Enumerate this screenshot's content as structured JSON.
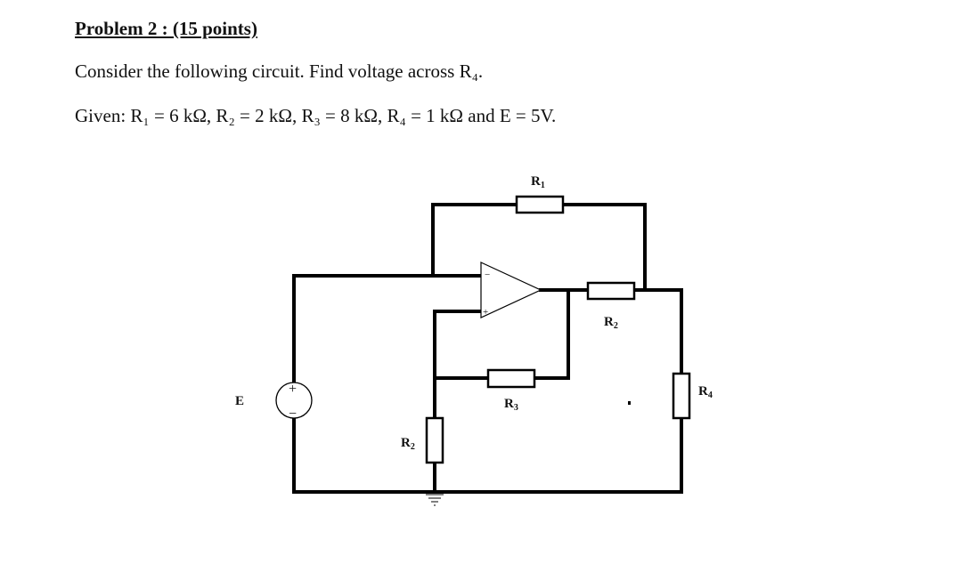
{
  "problem": {
    "heading": "Problem 2 : (15 points)",
    "statement": "Consider the following circuit. Find voltage across R₄.",
    "given": "Given: R₁ = 6 kΩ, R₂ = 2 kΩ, R₃ = 8 kΩ, R₄ = 1 kΩ and E = 5V."
  },
  "circuit": {
    "r1": "R",
    "r1_sub": "1",
    "r2_top": "R",
    "r2_top_sub": "2",
    "r3": "R",
    "r3_sub": "3",
    "r4": "R",
    "r4_sub": "4",
    "r2_bottom": "R",
    "r2_bottom_sub": "2",
    "source": "E",
    "plus": "+",
    "minus": "−",
    "opamp_plus": "+",
    "opamp_minus": "−"
  }
}
